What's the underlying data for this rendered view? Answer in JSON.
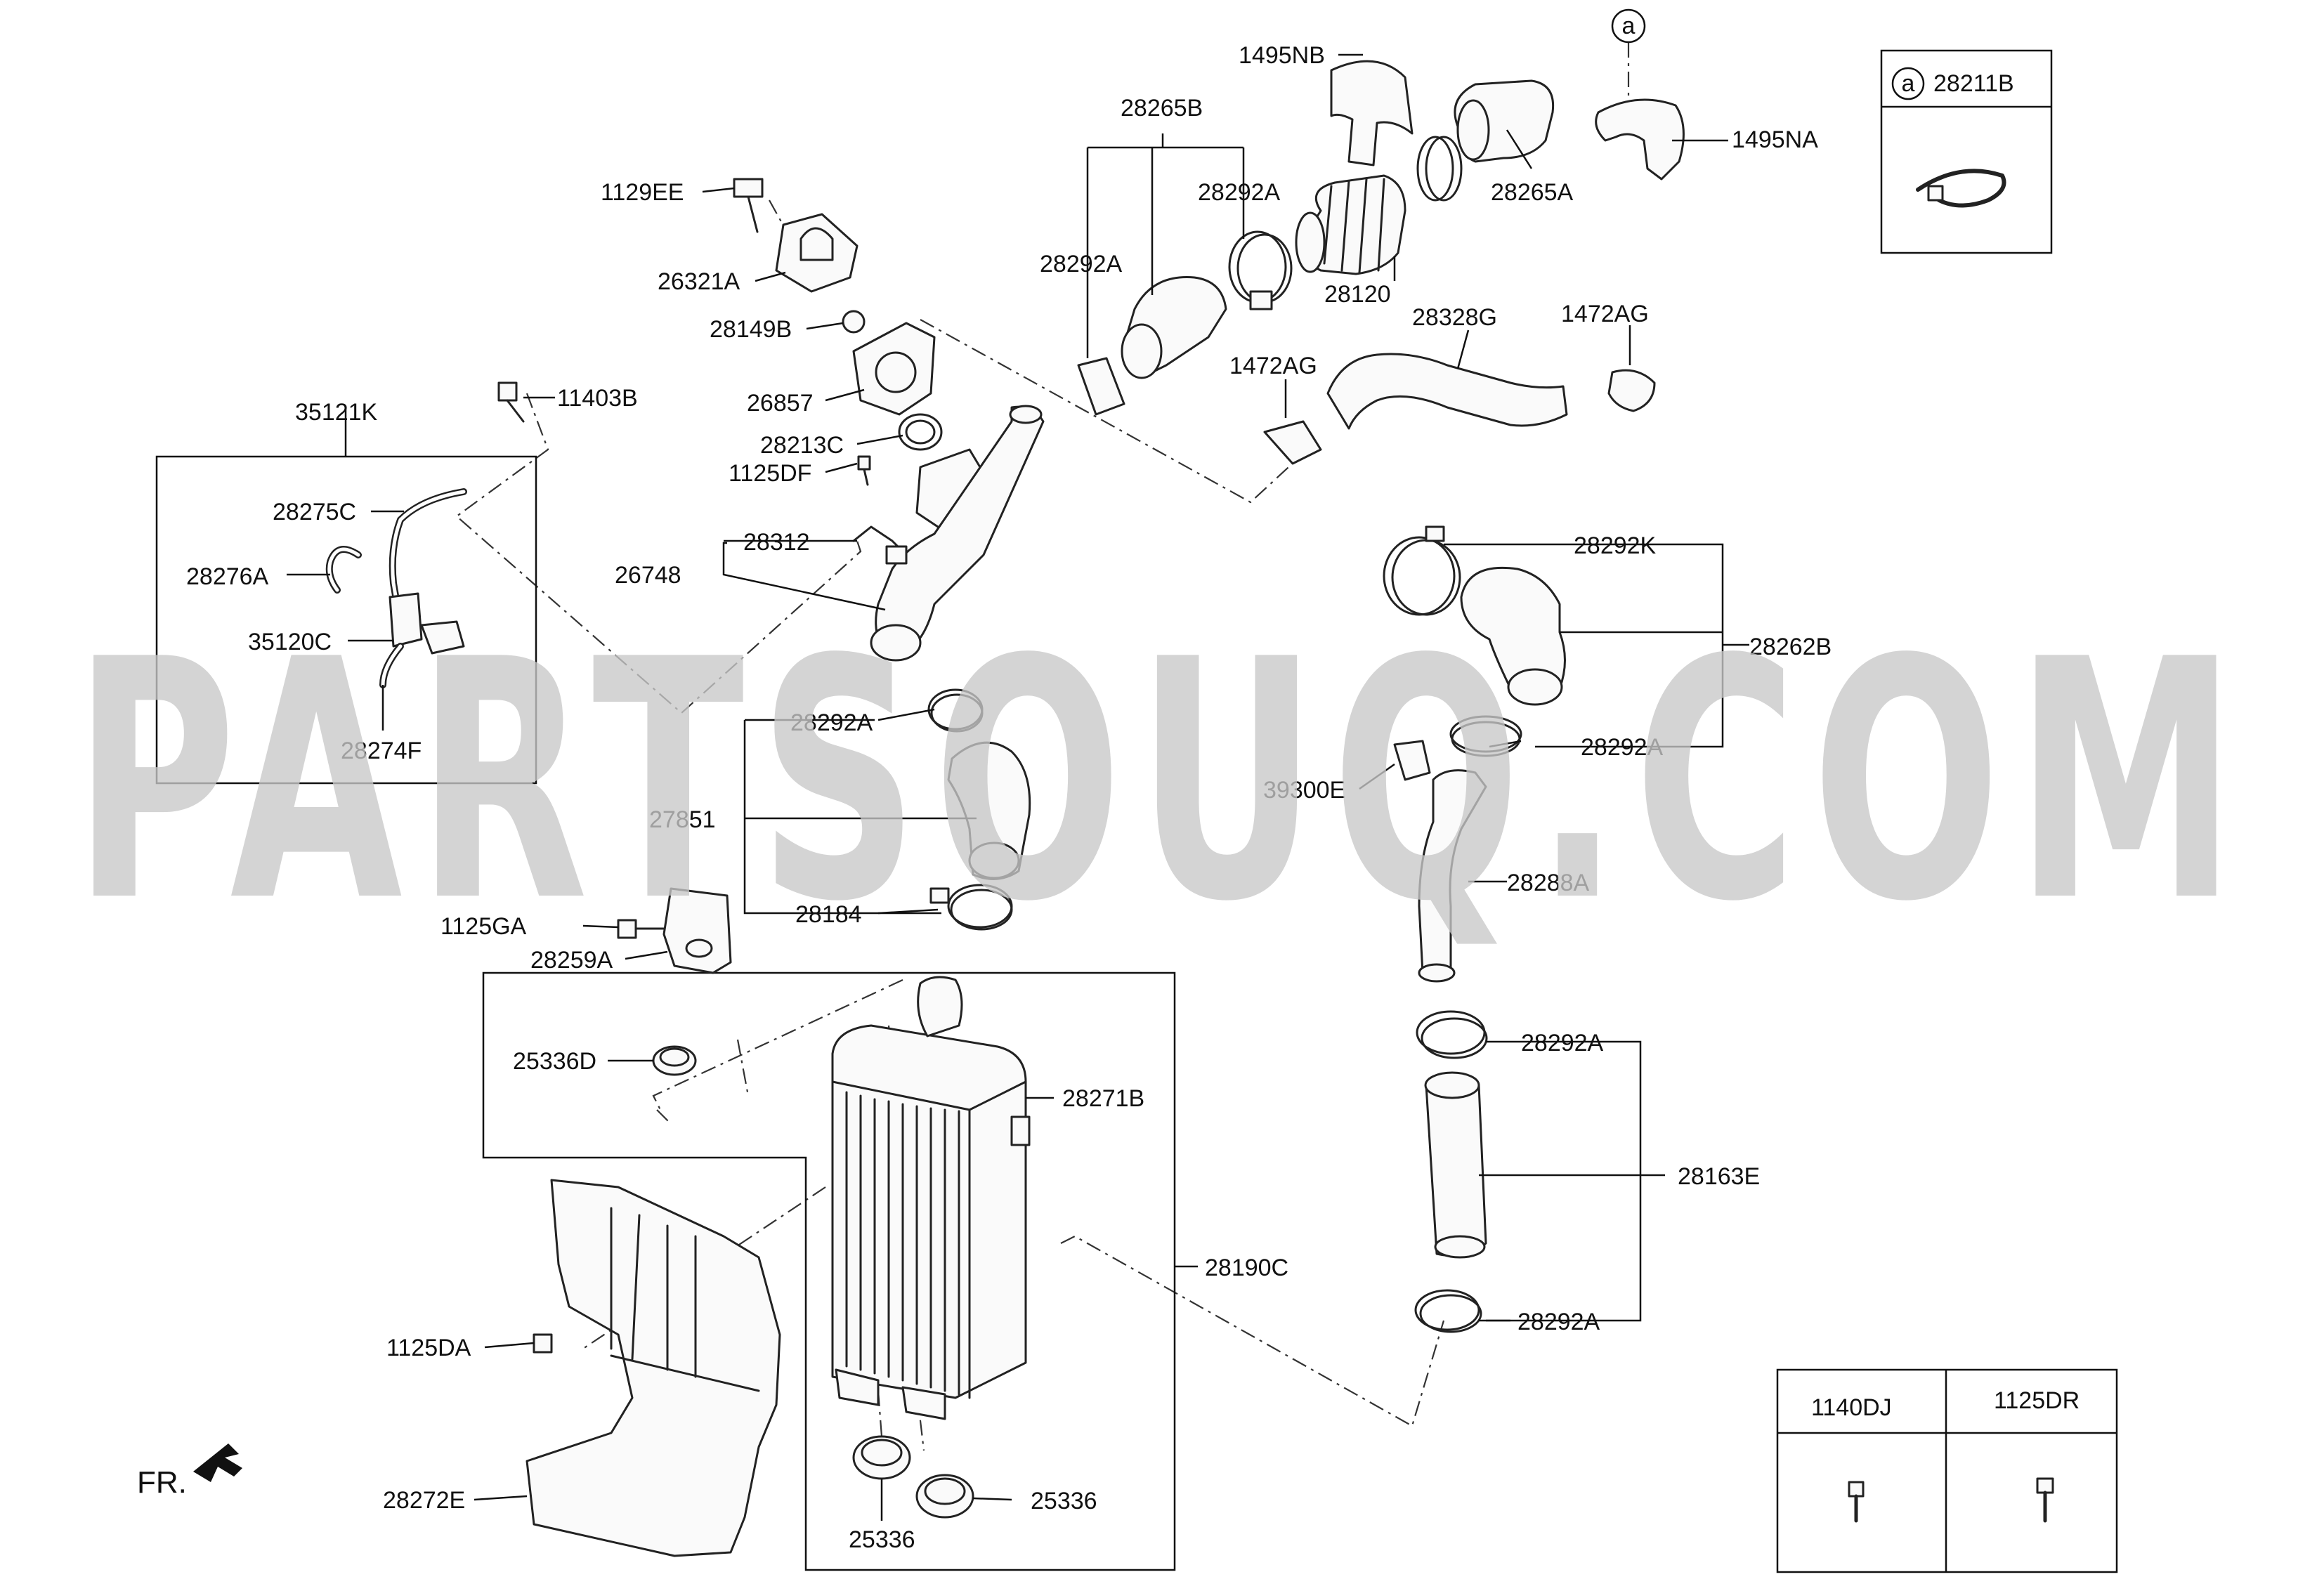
{
  "watermark": "PARTSOUQ.COM",
  "direction_label": "FR.",
  "callout_letter": "a",
  "legend_box": {
    "letter": "a",
    "part": "28211B"
  },
  "fastener_table": {
    "col1": "1140DJ",
    "col2": "1125DR"
  },
  "labels": {
    "p1495NB": "1495NB",
    "p28265B": "28265B",
    "p1495NA": "1495NA",
    "p1129EE": "1129EE",
    "p28292A_1": "28292A",
    "p28265A": "28265A",
    "p28292A_2": "28292A",
    "p26321A": "26321A",
    "p28120": "28120",
    "p28149B": "28149B",
    "p28328G": "28328G",
    "p1472AG_1": "1472AG",
    "p1472AG_2": "1472AG",
    "p26857": "26857",
    "p35121K": "35121K",
    "p11403B": "11403B",
    "p28213C": "28213C",
    "p1125DF": "1125DF",
    "p28275C": "28275C",
    "p28312": "28312",
    "p26748": "26748",
    "p28276A": "28276A",
    "p28292K": "28292K",
    "p28262B": "28262B",
    "p35120C": "35120C",
    "p28292A_3": "28292A",
    "p28274F": "28274F",
    "p28292A_4": "28292A",
    "p39300E": "39300E",
    "p27851": "27851",
    "p28288A": "28288A",
    "p28184": "28184",
    "p1125GA": "1125GA",
    "p28259A": "28259A",
    "p28292A_5": "28292A",
    "p25336D": "25336D",
    "p28271B": "28271B",
    "p28163E": "28163E",
    "p28190C": "28190C",
    "p28292A_6": "28292A",
    "p1125DA": "1125DA",
    "p28272E": "28272E",
    "p25336_1": "25336",
    "p25336_2": "25336"
  }
}
